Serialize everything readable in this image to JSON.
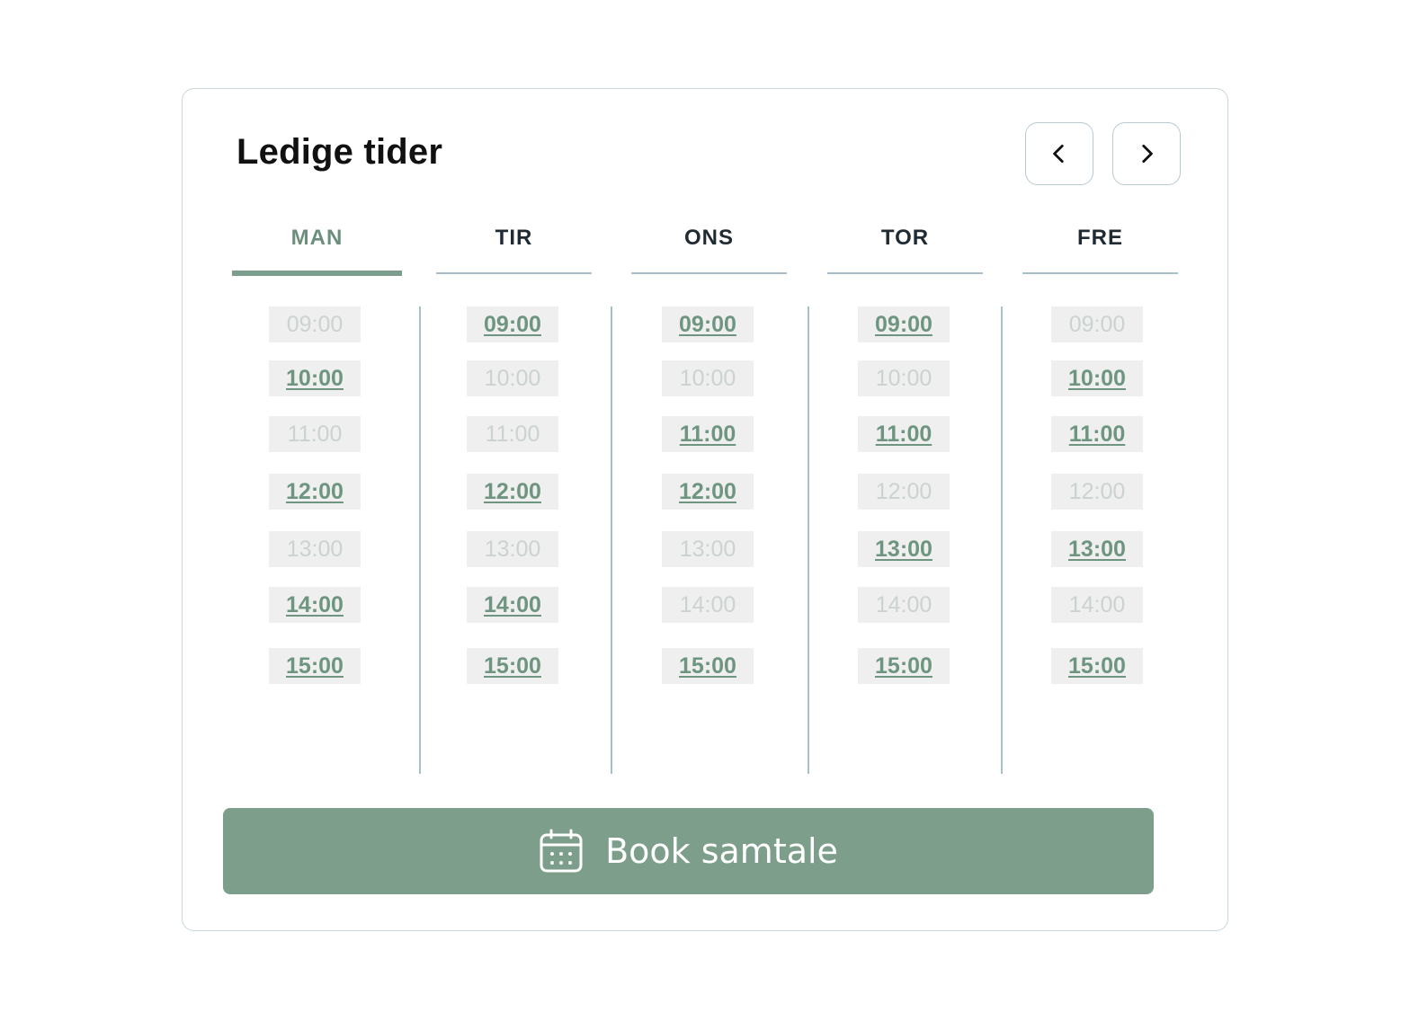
{
  "header": {
    "title": "Ledige tider",
    "prev_icon": "chevron-left-icon",
    "next_icon": "chevron-right-icon"
  },
  "days": [
    {
      "label": "MAN",
      "active": true,
      "slots": [
        {
          "time": "09:00",
          "available": false
        },
        {
          "time": "10:00",
          "available": true
        },
        {
          "time": "11:00",
          "available": false
        },
        {
          "time": "12:00",
          "available": true
        },
        {
          "time": "13:00",
          "available": false
        },
        {
          "time": "14:00",
          "available": true
        },
        {
          "time": "15:00",
          "available": true
        }
      ]
    },
    {
      "label": "TIR",
      "active": false,
      "slots": [
        {
          "time": "09:00",
          "available": true
        },
        {
          "time": "10:00",
          "available": false
        },
        {
          "time": "11:00",
          "available": false
        },
        {
          "time": "12:00",
          "available": true
        },
        {
          "time": "13:00",
          "available": false
        },
        {
          "time": "14:00",
          "available": true
        },
        {
          "time": "15:00",
          "available": true
        }
      ]
    },
    {
      "label": "ONS",
      "active": false,
      "slots": [
        {
          "time": "09:00",
          "available": true
        },
        {
          "time": "10:00",
          "available": false
        },
        {
          "time": "11:00",
          "available": true
        },
        {
          "time": "12:00",
          "available": true
        },
        {
          "time": "13:00",
          "available": false
        },
        {
          "time": "14:00",
          "available": false
        },
        {
          "time": "15:00",
          "available": true
        }
      ]
    },
    {
      "label": "TOR",
      "active": false,
      "slots": [
        {
          "time": "09:00",
          "available": true
        },
        {
          "time": "10:00",
          "available": false
        },
        {
          "time": "11:00",
          "available": true
        },
        {
          "time": "12:00",
          "available": false
        },
        {
          "time": "13:00",
          "available": true
        },
        {
          "time": "14:00",
          "available": false
        },
        {
          "time": "15:00",
          "available": true
        }
      ]
    },
    {
      "label": "FRE",
      "active": false,
      "slots": [
        {
          "time": "09:00",
          "available": false
        },
        {
          "time": "10:00",
          "available": true
        },
        {
          "time": "11:00",
          "available": true
        },
        {
          "time": "12:00",
          "available": false
        },
        {
          "time": "13:00",
          "available": true
        },
        {
          "time": "14:00",
          "available": false
        },
        {
          "time": "15:00",
          "available": true
        }
      ]
    }
  ],
  "book_button": {
    "label": "Book samtale",
    "icon": "calendar-icon"
  },
  "colors": {
    "accent": "#7c9e8a",
    "available_text": "#6e957f",
    "unavailable_text": "#cbd3ce",
    "border": "#a9bfcb"
  }
}
